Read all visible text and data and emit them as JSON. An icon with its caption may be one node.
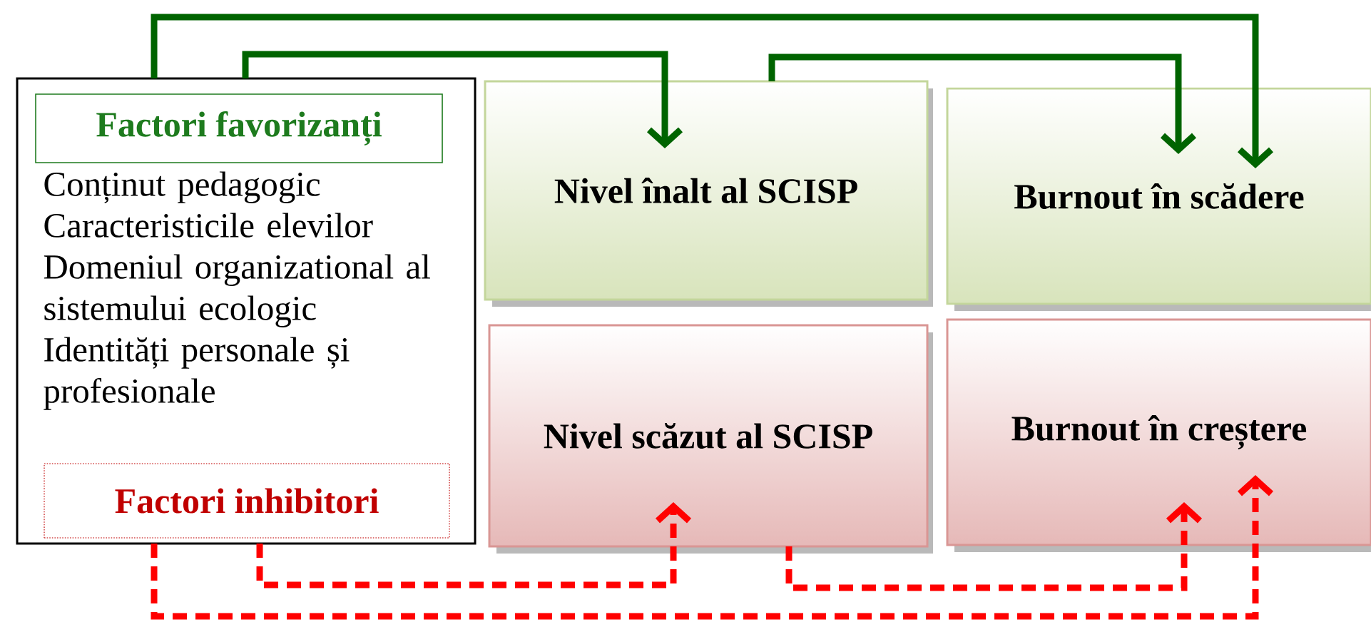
{
  "diagram": {
    "nodes": [
      {
        "text": [
          "Conținut pedagogic",
          "Caracteristicile elevilor",
          "Domeniul organizational al sistemului ecologic",
          "Identități personale și profesionale"
        ]
      },
      {
        "text": [
          "Factori favorizanți"
        ],
        "in": 0
      },
      {
        "text": [
          "Factori inhibitori"
        ],
        "in": 0
      },
      {
        "text": [
          "Nivel înalt al SCISP"
        ]
      },
      {
        "text": [
          "Burnout în scădere"
        ]
      },
      {
        "text": [
          "Nivel scăzut al SCISP"
        ]
      },
      {
        "text": [
          "Burnout în creștere"
        ]
      }
    ],
    "edges": [
      {
        "from": 0,
        "to": 4,
        "arrow": "to",
        "color": "#006400"
      },
      {
        "from": 0,
        "to": 3,
        "arrow": "to",
        "color": "#006400"
      },
      {
        "from": 3,
        "to": 4,
        "arrow": "to",
        "color": "#006400"
      },
      {
        "from": 0,
        "to": 6,
        "arrow": "to",
        "style": "dashed",
        "color": "#ff0000"
      },
      {
        "from": 0,
        "to": 5,
        "arrow": "to",
        "style": "dashed",
        "color": "#ff0000"
      },
      {
        "from": 5,
        "to": 6,
        "arrow": "to",
        "style": "dashed",
        "color": "#ff0000"
      }
    ]
  }
}
